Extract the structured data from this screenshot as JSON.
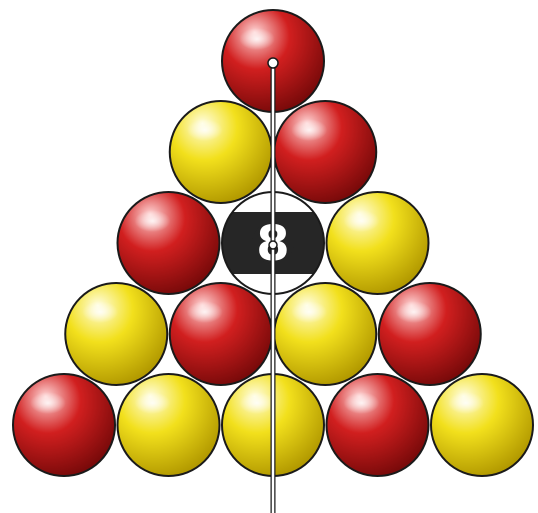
{
  "game": {
    "type": "pool-rack",
    "colors": {
      "red": "#d11f1f",
      "red_light": "#ffd6d6",
      "red_dark": "#7a0a0a",
      "yellow": "#f2e01c",
      "yellow_light": "#fffde0",
      "yellow_dark": "#b39a00",
      "black": "#262626",
      "white": "#ffffff",
      "outline": "#1a1a1a"
    },
    "rows": [
      [
        "red"
      ],
      [
        "yellow",
        "red"
      ],
      [
        "red",
        "black",
        "yellow"
      ],
      [
        "yellow",
        "red",
        "yellow",
        "red"
      ],
      [
        "red",
        "yellow",
        "yellow",
        "red",
        "yellow"
      ]
    ],
    "eight_ball": {
      "label": "8"
    },
    "aim_line": {
      "color": "#ffffff",
      "outline": "#1a1a1a",
      "visible": true
    }
  }
}
